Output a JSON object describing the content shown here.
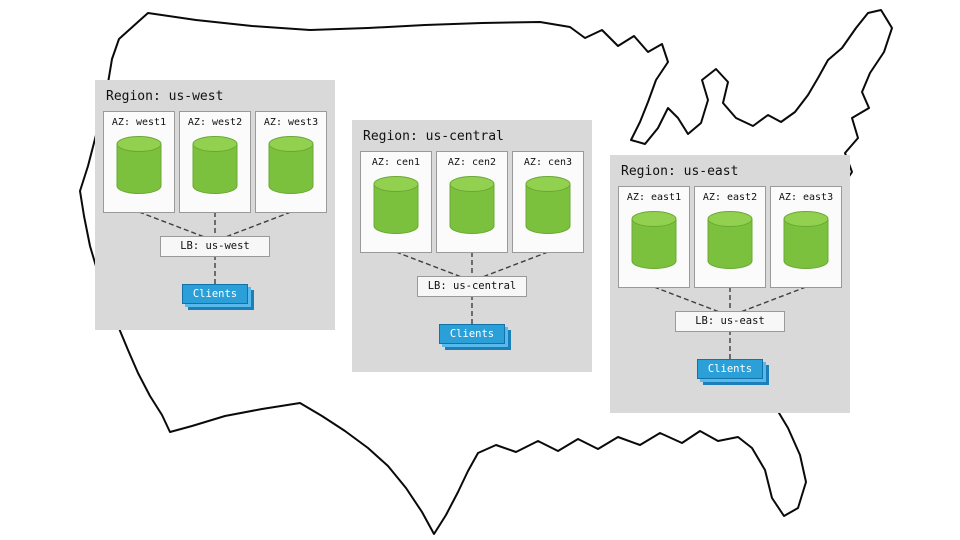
{
  "regions": [
    {
      "title": "Region: us-west",
      "azs": [
        "AZ: west1",
        "AZ: west2",
        "AZ: west3"
      ],
      "lb": "LB: us-west",
      "clients": "Clients"
    },
    {
      "title": "Region: us-central",
      "azs": [
        "AZ: cen1",
        "AZ: cen2",
        "AZ: cen3"
      ],
      "lb": "LB: us-central",
      "clients": "Clients"
    },
    {
      "title": "Region: us-east",
      "azs": [
        "AZ: east1",
        "AZ: east2",
        "AZ: east3"
      ],
      "lb": "LB: us-east",
      "clients": "Clients"
    }
  ],
  "icons": {
    "database": "database-cylinder-icon",
    "map": "us-map-outline"
  },
  "colors": {
    "region_bg": "#d9d9d9",
    "az_bg": "#fbfbfb",
    "az_border": "#9a9a9a",
    "lb_bg": "#f7f7f7",
    "cylinder_body": "#7cc13e",
    "cylinder_top": "#92d050",
    "cylinder_edge": "#6aa834",
    "clients_bg": "#2b9fd8",
    "clients_border": "#1472a8",
    "connector": "#3f3f3f",
    "map_outline": "#0a0a0a"
  }
}
